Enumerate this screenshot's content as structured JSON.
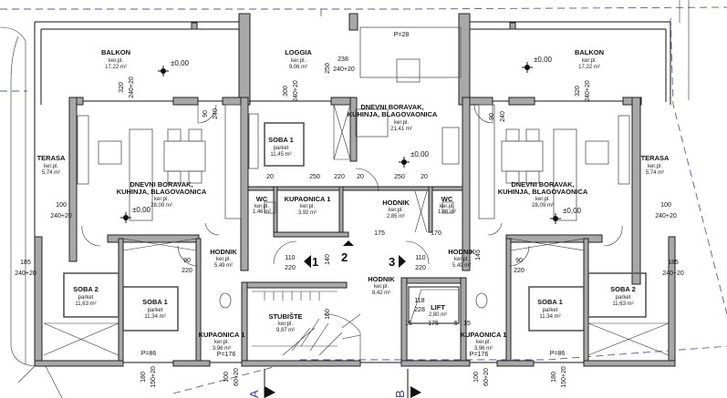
{
  "plan": {
    "rooms": [
      {
        "name": "BALKON",
        "floor": "ker.pl.",
        "area": "17,22 m²"
      },
      {
        "name": "LOGGIA",
        "floor": "ker.pl.",
        "area": "9,06 m²"
      },
      {
        "name": "DNEVNI BORAVAK,",
        "name2": "KUHINJA, BLAGOVAONICA",
        "floor": "ker.pl.",
        "area": "21,41 m²"
      },
      {
        "name": "BALKON",
        "floor": "ker.pl.",
        "area": "17,22 m²"
      },
      {
        "name": "TERASA",
        "floor": "ker.pl.",
        "area": "5,74 m²"
      },
      {
        "name": "SOBA 1",
        "floor": "parket",
        "area": "11,45 m²"
      },
      {
        "name": "DNEVNI BORAVAK,",
        "name2": "KUHINJA, BLAGOVAONICA",
        "floor": "ker.pl.",
        "area": "28,09 m²"
      },
      {
        "name": "DNEVNI BORAVAK,",
        "name2": "KUHINJA, BLAGOVAONICA",
        "floor": "ker.pl.",
        "area": "28,09 m²"
      },
      {
        "name": "TERASA",
        "floor": "ker.pl.",
        "area": "5,74 m²"
      },
      {
        "name": "WC",
        "floor": "ker.pl.",
        "area": "1,46 m²"
      },
      {
        "name": "KUPAONICA 1",
        "floor": "ker.pl.",
        "area": "3,92 m²"
      },
      {
        "name": "HODNIK",
        "floor": "ker.pl.",
        "area": "2,85 m²"
      },
      {
        "name": "WC",
        "floor": "ker.pl.",
        "area": "1,46 m²"
      },
      {
        "name": "HODNIK",
        "floor": "ker.pl.",
        "area": "5,49 m²"
      },
      {
        "name": "HODNIK",
        "floor": "ker.pl.",
        "area": "5,49 m²"
      },
      {
        "name": "SOBA 2",
        "floor": "parket",
        "area": "11,63 m²"
      },
      {
        "name": "SOBA 1",
        "floor": "parket",
        "area": "11,34 m²"
      },
      {
        "name": "HODNIK",
        "floor": "ker.pl.",
        "area": "8,42 m²"
      },
      {
        "name": "STUBIŠTE",
        "floor": "ker.pl.",
        "area": "9,87 m²"
      },
      {
        "name": "LIFT",
        "floor": "",
        "area": "2,80 m²"
      },
      {
        "name": "SOBA 1",
        "floor": "parket",
        "area": "11,34 m²"
      },
      {
        "name": "SOBA 2",
        "floor": "parket",
        "area": "11,63 m²"
      },
      {
        "name": "KUPAONICA 1",
        "floor": "ker.pl.",
        "area": "3,96 m²"
      },
      {
        "name": "KUPAONICA 1",
        "floor": "ker.pl.",
        "area": "3,96 m²"
      }
    ],
    "levels": [
      "±0,00",
      "±0,00",
      "±0,00",
      "±0,00",
      "±0,00"
    ],
    "dims": [
      "320",
      "240+20",
      "300",
      "240+20",
      "238",
      "240+20",
      "250",
      "P=28",
      "90",
      "240",
      "320",
      "240+20",
      "90",
      "240",
      "100",
      "240+20",
      "100",
      "240+20",
      "20",
      "250",
      "20",
      "220",
      "250",
      "20",
      "110",
      "220",
      "110",
      "220",
      "90",
      "220",
      "90",
      "220",
      "185",
      "240+20",
      "185",
      "240+20",
      "P=86",
      "P=86",
      "180",
      "150+20",
      "180",
      "150+20",
      "P=176",
      "P=176",
      "100",
      "60+20",
      "100",
      "60+20",
      "175",
      "170",
      "118",
      "228",
      "15",
      "175",
      "5",
      "15",
      "160",
      "140",
      "145"
    ],
    "markers": [
      "1",
      "2",
      "3"
    ],
    "sections": [
      "A",
      "B"
    ],
    "colors": {
      "wall_fill": "#a8a8a8",
      "line": "#111111",
      "boundary": "#5a5aa0"
    }
  }
}
